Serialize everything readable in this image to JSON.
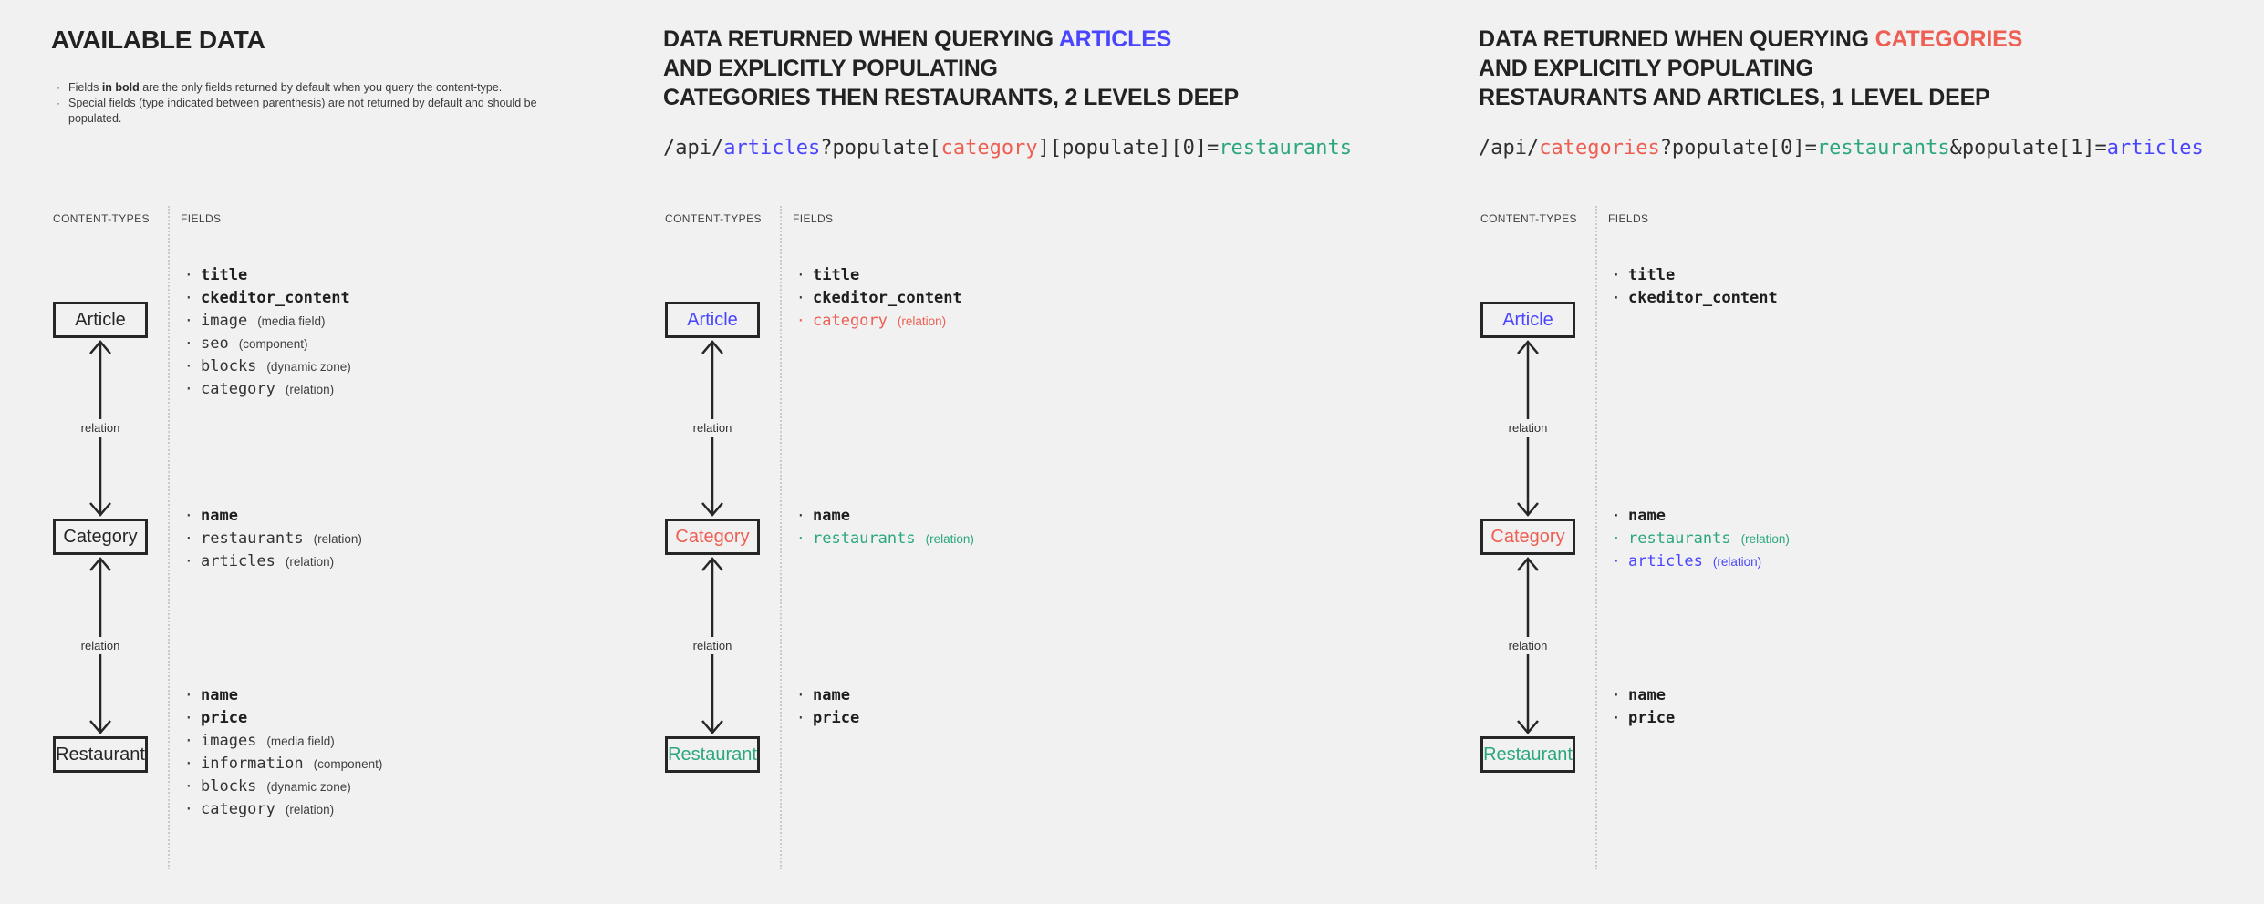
{
  "labels": {
    "content_types": "CONTENT-TYPES",
    "fields": "FIELDS",
    "relation": "relation"
  },
  "colors": {
    "ink": "#262626",
    "text": "#2e2e2e",
    "blue": "#4945ff",
    "red": "#ee5e52",
    "green": "#2aa77d",
    "type_gray": "#3f3f3f"
  },
  "panels": [
    {
      "id": "available-data",
      "title_lines": [
        [
          {
            "t": "AVAILABLE DATA"
          }
        ]
      ],
      "notes": [
        [
          {
            "t": "Fields "
          },
          {
            "t": "in bold",
            "b": true
          },
          {
            "t": " are the only fields returned by default when you query the content-type."
          }
        ],
        [
          {
            "t": "Special fields (type indicated between parenthesis) are not returned by default and should be populated."
          }
        ]
      ],
      "nodes": [
        {
          "name": "Article",
          "name_color": "ink",
          "fields": [
            {
              "n": "title",
              "bold": true
            },
            {
              "n": "ckeditor_content",
              "bold": true
            },
            {
              "n": "image",
              "type": "(media field)"
            },
            {
              "n": "seo",
              "type": "(component)"
            },
            {
              "n": "blocks",
              "type": "(dynamic zone)"
            },
            {
              "n": "category",
              "type": "(relation)"
            }
          ]
        },
        {
          "name": "Category",
          "name_color": "ink",
          "fields": [
            {
              "n": "name",
              "bold": true
            },
            {
              "n": "restaurants",
              "type": "(relation)"
            },
            {
              "n": "articles",
              "type": "(relation)"
            }
          ]
        },
        {
          "name": "Restaurant",
          "name_color": "ink",
          "fields": [
            {
              "n": "name",
              "bold": true
            },
            {
              "n": "price",
              "bold": true
            },
            {
              "n": "images",
              "type": "(media field)"
            },
            {
              "n": "information",
              "type": "(component)"
            },
            {
              "n": "blocks",
              "type": "(dynamic zone)"
            },
            {
              "n": "category",
              "type": "(relation)"
            }
          ]
        }
      ]
    },
    {
      "id": "query-articles-2-levels",
      "title_lines": [
        [
          {
            "t": "DATA RETURNED WHEN QUERYING "
          },
          {
            "t": "ARTICLES",
            "c": "blue"
          }
        ],
        [
          {
            "t": "AND EXPLICITLY POPULATING"
          }
        ],
        [
          {
            "t": "CATEGORIES THEN RESTAURANTS, 2 LEVELS DEEP"
          }
        ]
      ],
      "api_url": [
        {
          "t": "/api/"
        },
        {
          "t": "articles",
          "c": "blue"
        },
        {
          "t": "?populate["
        },
        {
          "t": "category",
          "c": "red"
        },
        {
          "t": "][populate][0]="
        },
        {
          "t": "restaurants",
          "c": "green"
        }
      ],
      "nodes": [
        {
          "name": "Article",
          "name_color": "blue",
          "fields": [
            {
              "n": "title",
              "bold": true
            },
            {
              "n": "ckeditor_content",
              "bold": true
            },
            {
              "n": "category",
              "type": "(relation)",
              "c": "red"
            }
          ]
        },
        {
          "name": "Category",
          "name_color": "red",
          "fields": [
            {
              "n": "name",
              "bold": true
            },
            {
              "n": "restaurants",
              "type": "(relation)",
              "c": "green"
            }
          ]
        },
        {
          "name": "Restaurant",
          "name_color": "green",
          "fields": [
            {
              "n": "name",
              "bold": true
            },
            {
              "n": "price",
              "bold": true
            }
          ]
        }
      ]
    },
    {
      "id": "query-categories-1-level",
      "title_lines": [
        [
          {
            "t": "DATA RETURNED WHEN QUERYING "
          },
          {
            "t": "CATEGORIES",
            "c": "red"
          }
        ],
        [
          {
            "t": "AND EXPLICITLY POPULATING"
          }
        ],
        [
          {
            "t": "RESTAURANTS AND ARTICLES, 1 LEVEL DEEP"
          }
        ]
      ],
      "api_url": [
        {
          "t": "/api/"
        },
        {
          "t": "categories",
          "c": "red"
        },
        {
          "t": "?populate[0]="
        },
        {
          "t": "restaurants",
          "c": "green"
        },
        {
          "t": "&populate[1]="
        },
        {
          "t": "articles",
          "c": "blue"
        }
      ],
      "nodes": [
        {
          "name": "Article",
          "name_color": "blue",
          "fields": [
            {
              "n": "title",
              "bold": true
            },
            {
              "n": "ckeditor_content",
              "bold": true
            }
          ]
        },
        {
          "name": "Category",
          "name_color": "red",
          "fields": [
            {
              "n": "name",
              "bold": true
            },
            {
              "n": "restaurants",
              "type": "(relation)",
              "c": "green"
            },
            {
              "n": "articles",
              "type": "(relation)",
              "c": "blue"
            }
          ]
        },
        {
          "name": "Restaurant",
          "name_color": "green",
          "fields": [
            {
              "n": "name",
              "bold": true
            },
            {
              "n": "price",
              "bold": true
            }
          ]
        }
      ]
    }
  ]
}
